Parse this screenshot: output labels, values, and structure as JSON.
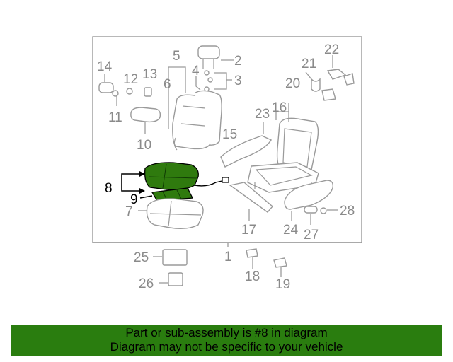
{
  "diagram": {
    "callouts": {
      "c1": "1",
      "c2": "2",
      "c3": "3",
      "c4": "4",
      "c5": "5",
      "c6": "6",
      "c7": "7",
      "c8": "8",
      "c9": "9",
      "c10": "10",
      "c11": "11",
      "c12": "12",
      "c13": "13",
      "c14": "14",
      "c15": "15",
      "c16": "16",
      "c17": "17",
      "c18": "18",
      "c19": "19",
      "c20": "20",
      "c21": "21",
      "c22": "22",
      "c23": "23",
      "c24": "24",
      "c25": "25",
      "c26": "26",
      "c27": "27",
      "c28": "28"
    },
    "highlighted_part": "8",
    "highlight_color": "#2f7a0e"
  },
  "banner": {
    "line1": "Part or sub-assembly is #8 in diagram",
    "line2": "Diagram may not be specific to your vehicle",
    "background": "#2a7d0f"
  }
}
